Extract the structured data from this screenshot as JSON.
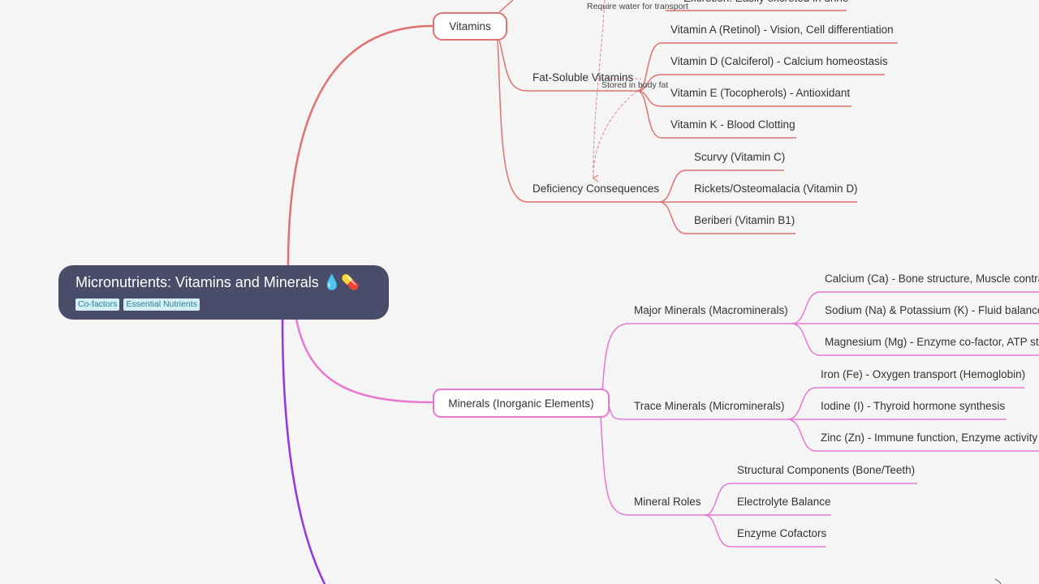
{
  "root": {
    "title": "Micronutrients: Vitamins and Minerals",
    "emoji": "💧💊",
    "tags": [
      "Co-factors",
      "Essential Nutrients"
    ]
  },
  "colors": {
    "root_bg": "#4a4d6a",
    "vitamins_branch": "#e07272",
    "minerals_branch": "#e879d0",
    "third_branch": "#9333ea",
    "tag_bg": "#d3eef5"
  },
  "vitamins": {
    "label": "Vitamins",
    "excretion_partial": "Excretion: Easily excreted in urine",
    "fat_soluble": {
      "label": "Fat-Soluble Vitamins",
      "items": [
        "Vitamin A (Retinol) - Vision, Cell differentiation",
        "Vitamin D (Calciferol) - Calcium homeostasis",
        "Vitamin E (Tocopherols) - Antioxidant",
        "Vitamin K - Blood Clotting"
      ]
    },
    "deficiency": {
      "label": "Deficiency Consequences",
      "items": [
        "Scurvy (Vitamin C)",
        "Rickets/Osteomalacia (Vitamin D)",
        "Beriberi (Vitamin B1)"
      ]
    },
    "relations": [
      "Require water for transport",
      "Stored in body fat"
    ]
  },
  "minerals": {
    "label": "Minerals (Inorganic Elements)",
    "major": {
      "label": "Major Minerals (Macrominerals)",
      "items": [
        "Calcium (Ca) - Bone structure, Muscle contra",
        "Sodium (Na) & Potassium (K) - Fluid balance,",
        "Magnesium (Mg) - Enzyme co-factor, ATP stal"
      ]
    },
    "trace": {
      "label": "Trace Minerals (Microminerals)",
      "items": [
        "Iron (Fe) - Oxygen transport (Hemoglobin)",
        "Iodine (I) - Thyroid hormone synthesis",
        "Zinc (Zn) - Immune function, Enzyme activity"
      ]
    },
    "roles": {
      "label": "Mineral Roles",
      "items": [
        "Structural Components (Bone/Teeth)",
        "Electrolyte Balance",
        "Enzyme Cofactors"
      ]
    }
  }
}
